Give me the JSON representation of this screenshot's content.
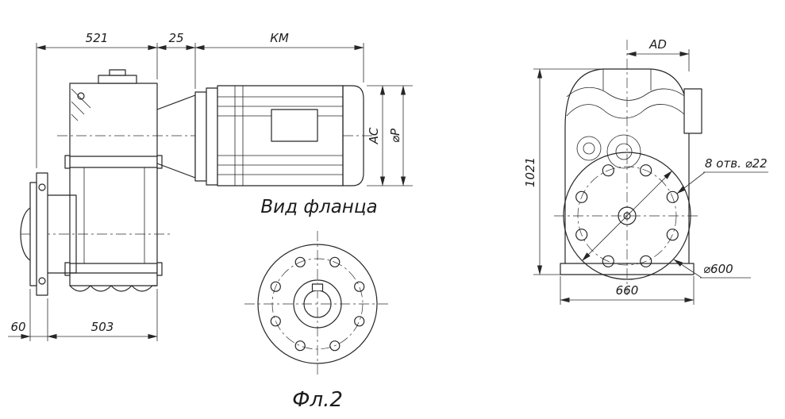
{
  "colors": {
    "ink": "#262626",
    "paper": "#ffffff"
  },
  "views": {
    "side": {
      "dims": {
        "housing_width": "521",
        "adapter_width": "25",
        "motor_length": "КМ",
        "motor_center_height": "АС",
        "motor_diameter": "⌀Р",
        "flange_thickness": "60",
        "base_width": "503"
      }
    },
    "flange": {
      "title": "Вид фланца",
      "caption": "Фл.2"
    },
    "front": {
      "dims": {
        "shaft_offset": "AD",
        "height": "1021",
        "holes_note": "8 отв. ⌀22",
        "flange_diameter": "⌀600",
        "width": "660"
      }
    }
  }
}
